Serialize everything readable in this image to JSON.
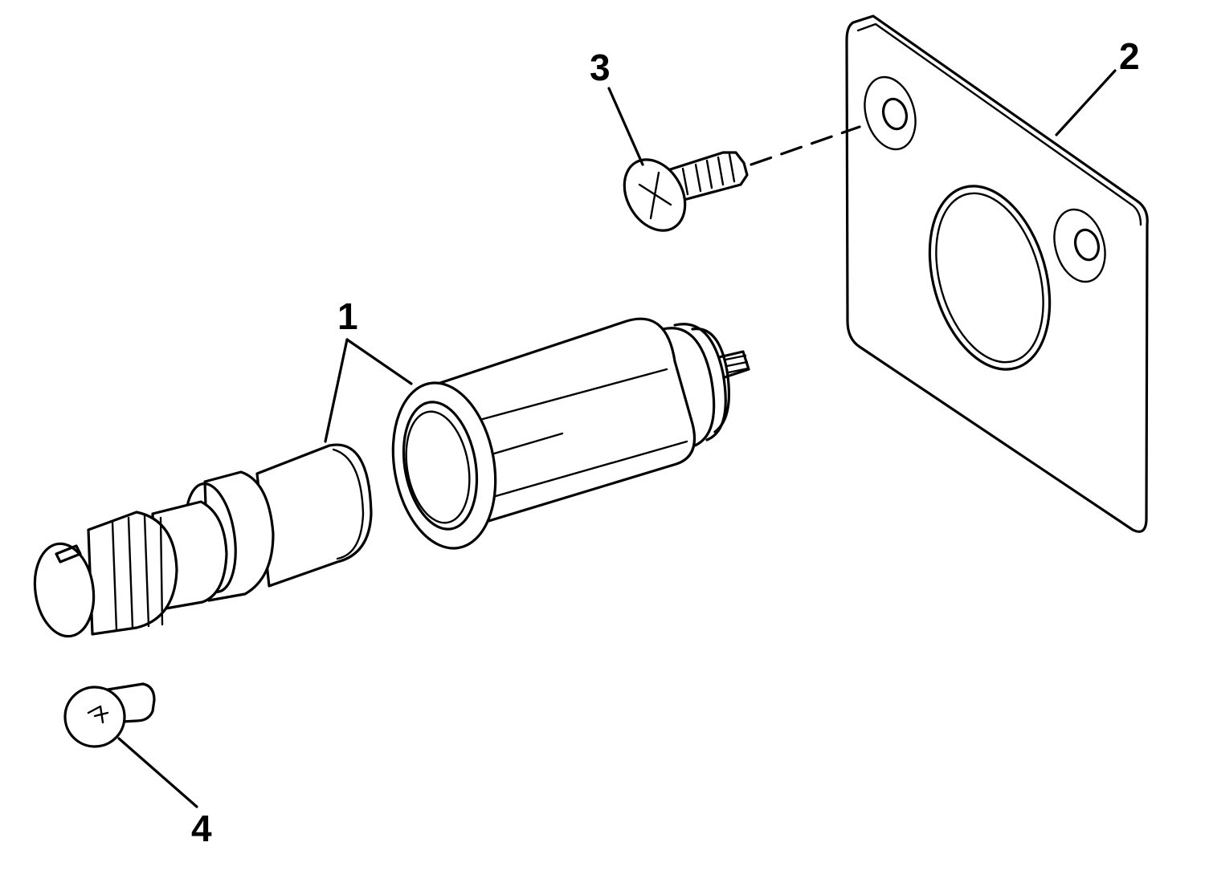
{
  "callouts": [
    {
      "id": "1",
      "label": "1"
    },
    {
      "id": "2",
      "label": "2"
    },
    {
      "id": "3",
      "label": "3"
    },
    {
      "id": "4",
      "label": "4"
    }
  ],
  "parts": [
    {
      "callout": "1",
      "part": "cigarette-lighter-assembly"
    },
    {
      "callout": "2",
      "part": "mounting-plate"
    },
    {
      "callout": "3",
      "part": "screw"
    },
    {
      "callout": "4",
      "part": "bulb"
    }
  ]
}
